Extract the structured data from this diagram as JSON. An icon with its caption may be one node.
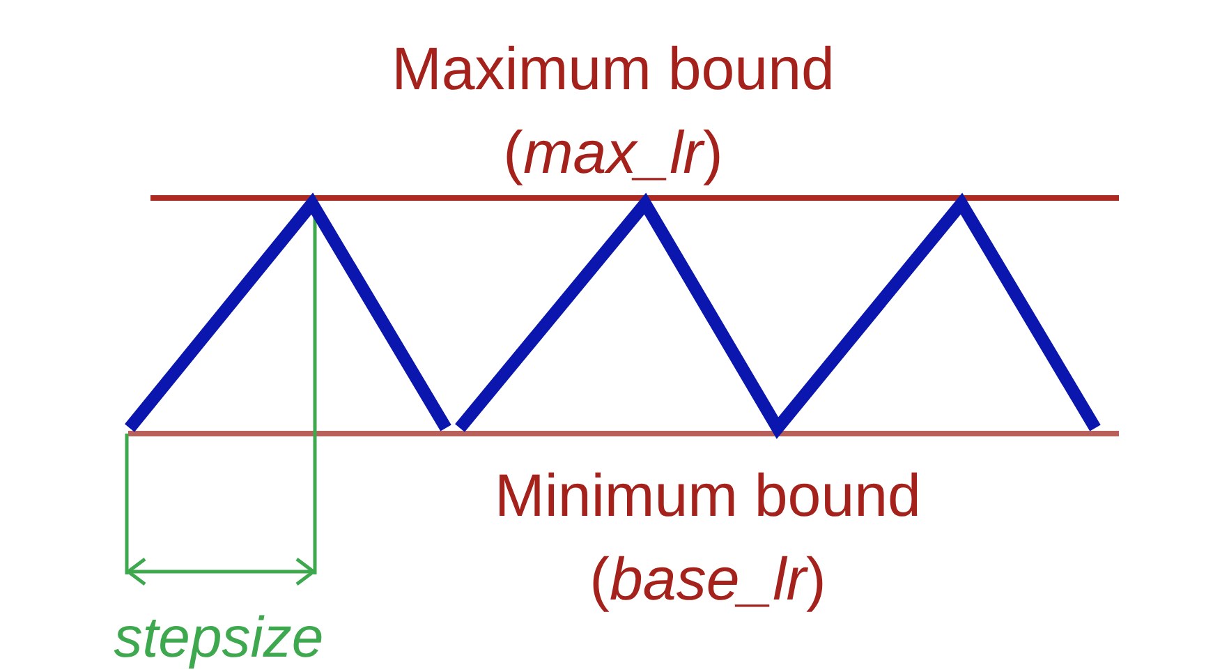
{
  "diagram": {
    "labels": [
      "Maximum bound (*max_lr*)",
      "Minimum bound (*base_lr*)",
      "stepsize"
    ]
  }
}
